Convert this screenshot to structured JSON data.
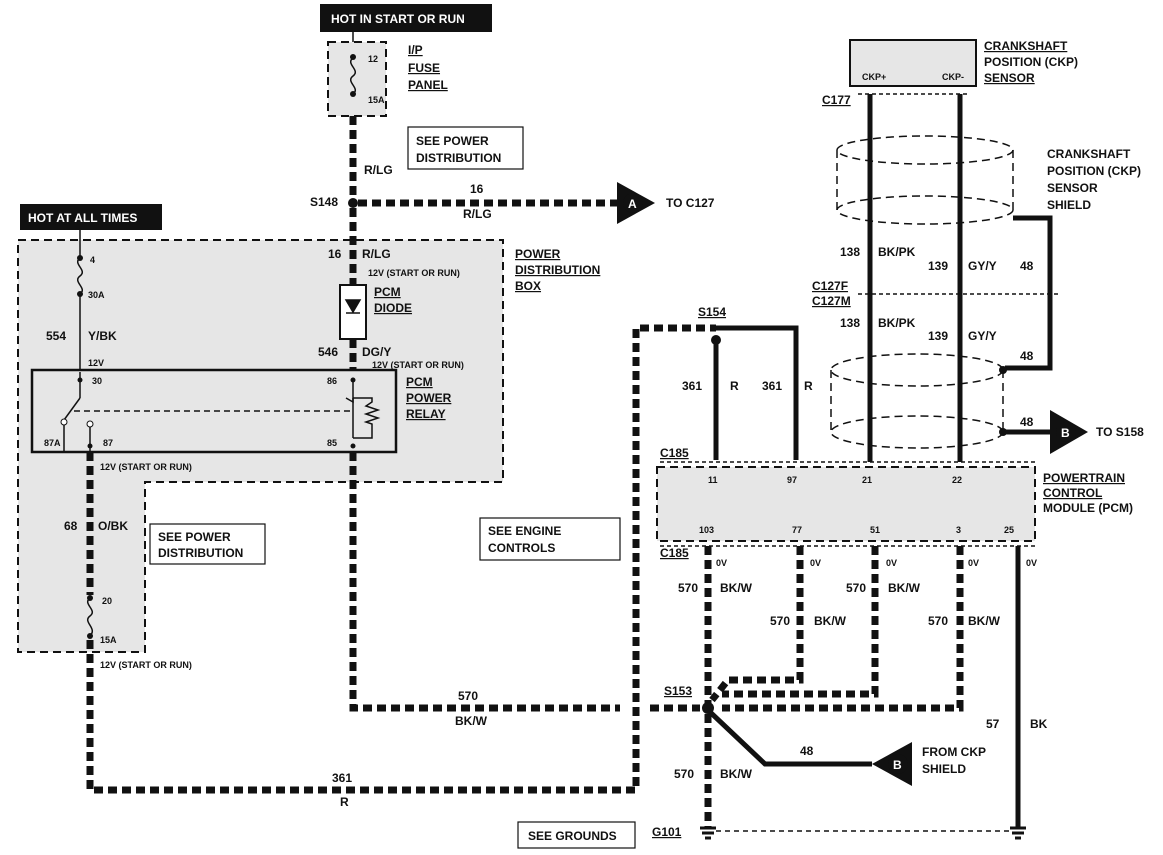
{
  "power_labels": {
    "hot_start_run": "HOT IN START OR RUN",
    "hot_all_times": "HOT AT ALL TIMES"
  },
  "ip_fuse_panel": {
    "line1": "I/P",
    "line2": "FUSE",
    "line3": "PANEL",
    "fuse_num": "12",
    "fuse_amp": "15A"
  },
  "pdb": {
    "line1": "POWER",
    "line2": "DISTRIBUTION",
    "line3": "BOX",
    "fuse_num": "4",
    "fuse_amp": "30A"
  },
  "lower_fuse": {
    "fuse_num": "20",
    "fuse_amp": "15A"
  },
  "pcm_diode": {
    "line1": "PCM",
    "line2": "DIODE"
  },
  "pcm_relay": {
    "line1": "PCM",
    "line2": "POWER",
    "line3": "RELAY",
    "pin30": "30",
    "pin86": "86",
    "pin87a": "87A",
    "pin87": "87",
    "pin85": "85"
  },
  "ckp_sensor": {
    "line1": "CRANKSHAFT",
    "line2": "POSITION (CKP)",
    "line3": "SENSOR",
    "pin_plus": "CKP+",
    "pin_minus": "CKP-"
  },
  "ckp_shield": {
    "line1": "CRANKSHAFT",
    "line2": "POSITION (CKP)",
    "line3": "SENSOR",
    "line4": "SHIELD"
  },
  "pcm": {
    "line1": "POWERTRAIN",
    "line2": "CONTROL",
    "line3": "MODULE (PCM)",
    "top_pins": [
      "11",
      "97",
      "21",
      "22"
    ],
    "bottom_pins": [
      "103",
      "77",
      "51",
      "3",
      "25"
    ]
  },
  "see_boxes": {
    "power1": [
      "SEE POWER",
      "DISTRIBUTION"
    ],
    "power2": [
      "SEE POWER",
      "DISTRIBUTION"
    ],
    "engine": [
      "SEE ENGINE",
      "CONTROLS"
    ],
    "grounds": "SEE GROUNDS"
  },
  "connectors": {
    "s148": "S148",
    "s154": "S154",
    "s153": "S153",
    "c177": "C177",
    "c127f": "C127F",
    "c127m": "C127M",
    "c185_top": "C185",
    "c185_bot": "C185",
    "g101": "G101"
  },
  "refs": {
    "a_letter": "A",
    "a_text": "TO C127",
    "b1_letter": "B",
    "b1_text": "TO S158",
    "b2_letter": "B",
    "b2_line1": "FROM CKP",
    "b2_line2": "SHIELD"
  },
  "wires": {
    "w16a_num": "16",
    "w16a_color": "R/LG",
    "w16b_num": "16",
    "w16b_color": "R/LG",
    "rlg_upper": "R/LG",
    "w554_num": "554",
    "w554_color": "Y/BK",
    "w546_num": "546",
    "w546_color": "DG/Y",
    "w68_num": "68",
    "w68_color": "O/BK",
    "w361_num": "361",
    "w361_color": "R",
    "w361a_num": "361",
    "w361a_color": "R",
    "w361b_num": "361",
    "w361b_color": "R",
    "w570h_num": "570",
    "w570h_color": "BK/W",
    "w570a_num": "570",
    "w570a_color": "BK/W",
    "w570b_num": "570",
    "w570b_color": "BK/W",
    "w570c_num": "570",
    "w570c_color": "BK/W",
    "w570d_num": "570",
    "w570d_color": "BK/W",
    "w570e_num": "570",
    "w570e_color": "BK/W",
    "w57_num": "57",
    "w57_color": "BK",
    "w138a_num": "138",
    "w138a_color": "BK/PK",
    "w139a_num": "139",
    "w139a_color": "GY/Y",
    "w138b_num": "138",
    "w138b_color": "BK/PK",
    "w139b_num": "139",
    "w139b_color": "GY/Y",
    "w48a": "48",
    "w48b": "48",
    "w48c": "48",
    "w48d": "48"
  },
  "voltages": {
    "v12_start_run_diode": "12V (START OR RUN)",
    "v12_start_run_relay": "12V (START OR RUN)",
    "v12_start_run_87": "12V (START OR RUN)",
    "v12_start_run_bottom": "12V (START OR RUN)",
    "v12": "12V",
    "ov": [
      "0V",
      "0V",
      "0V",
      "0V",
      "0V"
    ]
  }
}
